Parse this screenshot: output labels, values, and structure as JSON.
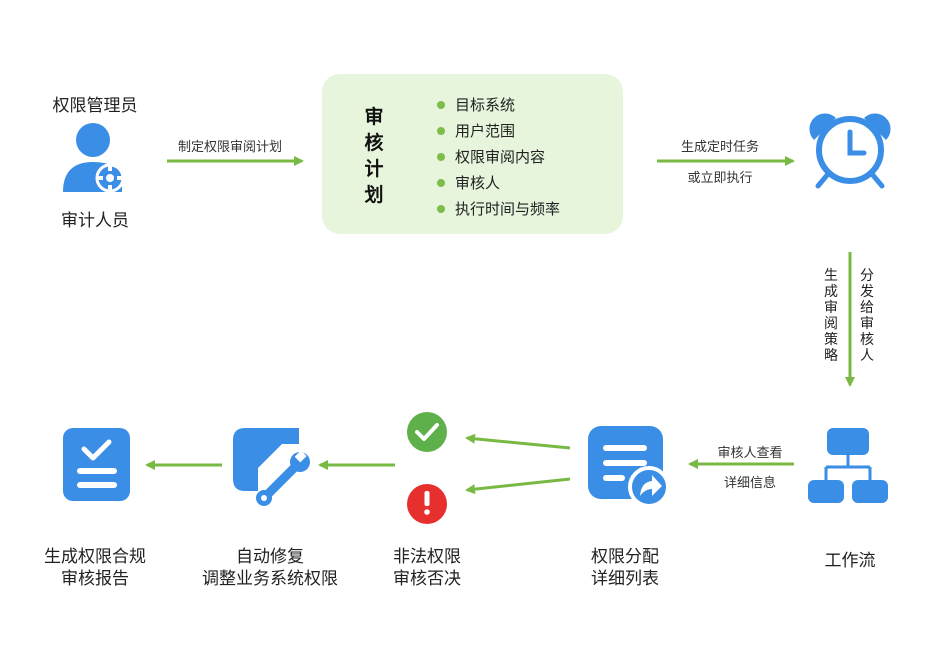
{
  "colors": {
    "blue": "#3a8ee6",
    "green": "#78b943",
    "plan_bg": "#e6f5dc",
    "red": "#e7302e"
  },
  "admin": {
    "top_label": "权限管理员",
    "bottom_label": "审计人员",
    "icon": "user-gear-icon"
  },
  "arrows": {
    "create_plan": "制定权限审阅计划",
    "gen_task_1": "生成定时任务",
    "gen_task_2": "或立即执行",
    "gen_policy": "生成审阅策略",
    "dispatch": "分发给审核人",
    "reviewer_1": "审核人查看",
    "reviewer_2": "详细信息"
  },
  "plan": {
    "title": "审核计划",
    "items": [
      "目标系统",
      "用户范围",
      "权限审阅内容",
      "审核人",
      "执行时间与频率"
    ]
  },
  "nodes": {
    "workflow": "工作流",
    "perm_list": [
      "权限分配",
      "详细列表"
    ],
    "illegal": [
      "非法权限",
      "审核否决"
    ],
    "autofix": [
      "自动修复",
      "调整业务系统权限"
    ],
    "report": [
      "生成权限合规",
      "审核报告"
    ]
  }
}
